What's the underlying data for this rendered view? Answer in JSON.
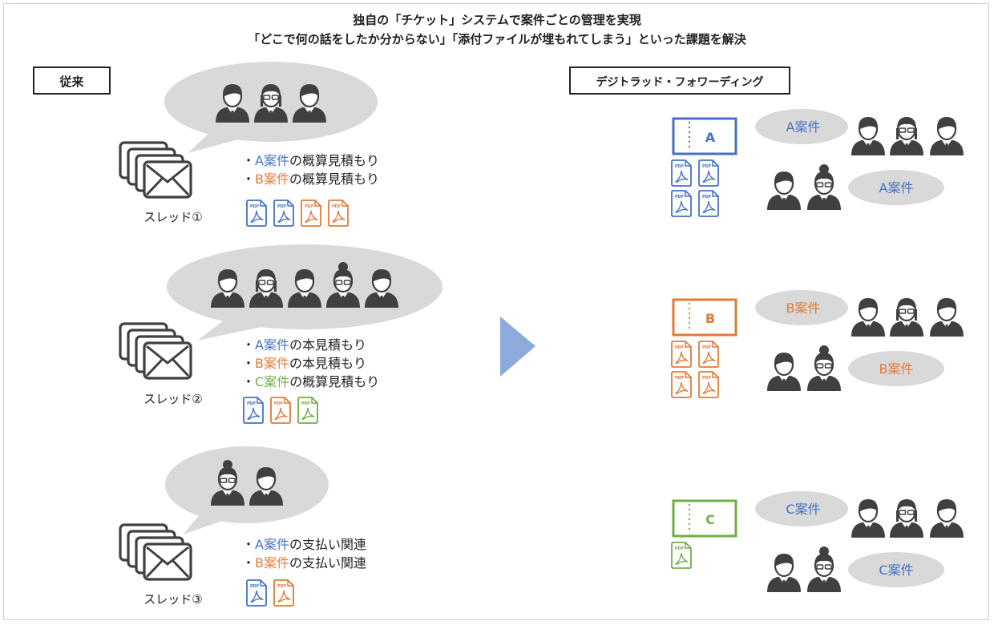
{
  "header": {
    "title_line1": "独自の「チケット」システムで案件ごとの管理を実現",
    "title_line2": "「どこで何の話をしたか分からない」「添付ファイルが埋もれてしまう」といった課題を解決"
  },
  "colors": {
    "A": "#4472c4",
    "B": "#e07b39",
    "C": "#70ad47",
    "bubble": "#d9d9d9",
    "arrow": "#8eaadb",
    "person": "#404040"
  },
  "labels": {
    "before": "従来",
    "after": "デジトラッド・フォワーディング"
  },
  "threads": [
    {
      "label": "スレッド①",
      "items": [
        {
          "case": "A案件",
          "rest": "の概算見積もり",
          "color": "A"
        },
        {
          "case": "B案件",
          "rest": "の概算見積もり",
          "color": "B"
        }
      ],
      "files": [
        "A",
        "A",
        "B",
        "B"
      ],
      "people": [
        "m",
        "f",
        "m"
      ]
    },
    {
      "label": "スレッド②",
      "items": [
        {
          "case": "A案件",
          "rest": "の本見積もり",
          "color": "A"
        },
        {
          "case": "B案件",
          "rest": "の本見積もり",
          "color": "B"
        },
        {
          "case": "C案件",
          "rest": "の概算見積もり",
          "color": "C"
        }
      ],
      "files": [
        "A",
        "B",
        "C"
      ],
      "people": [
        "m",
        "f",
        "m",
        "fb",
        "m"
      ]
    },
    {
      "label": "スレッド③",
      "items": [
        {
          "case": "A案件",
          "rest": "の支払い関連",
          "color": "A"
        },
        {
          "case": "B案件",
          "rest": "の支払い関連",
          "color": "B"
        }
      ],
      "files": [
        "A",
        "B"
      ],
      "people": [
        "fb",
        "m"
      ]
    }
  ],
  "tickets": [
    {
      "letter": "A",
      "color": "A",
      "files": 4,
      "bubble1": "A案件",
      "bubble2": "A案件",
      "bubble_text_color": "#4472c4"
    },
    {
      "letter": "B",
      "color": "B",
      "files": 4,
      "bubble1": "B案件",
      "bubble2": "B案件",
      "bubble_text_color": "#e07b39"
    },
    {
      "letter": "C",
      "color": "C",
      "files": 1,
      "bubble1": "C案件",
      "bubble2": "C案件",
      "bubble_text_color": "#4472c4"
    }
  ],
  "pdf_label": "PDF"
}
